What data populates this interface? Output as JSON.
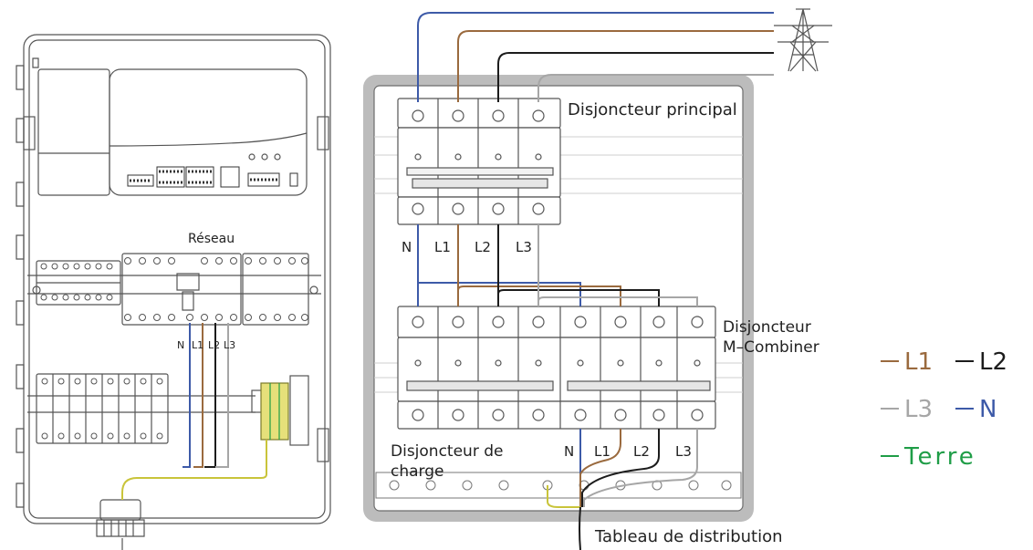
{
  "colors": {
    "n": "#3d5aa8",
    "l1": "#9a6a3e",
    "l2": "#1c1c1c",
    "l3": "#a6a6a6",
    "earth": "#1f9d47",
    "earth_wire": "#c9c43a",
    "line": "#555555"
  },
  "left_panel": {
    "grid_label": "Réseau",
    "terminals": [
      "N",
      "L1",
      "L2",
      "L3"
    ]
  },
  "main_breaker": {
    "label": "Disjoncteur principal",
    "terminals": [
      "N",
      "L1",
      "L2",
      "L3"
    ]
  },
  "combiner_breaker": {
    "label_line1": "Disjoncteur",
    "label_line2": "M–Combiner",
    "terminals": [
      "N",
      "L1",
      "L2",
      "L3"
    ]
  },
  "load_breaker": {
    "label_line1": "Disjoncteur de",
    "label_line2": "charge"
  },
  "distribution_board": {
    "label": "Tableau de distribution"
  },
  "legend": {
    "items": [
      {
        "key": "l1",
        "label": "L1"
      },
      {
        "key": "l2",
        "label": "L2"
      },
      {
        "key": "l3",
        "label": "L3"
      },
      {
        "key": "n",
        "label": "N"
      },
      {
        "key": "earth",
        "label": "Terre"
      }
    ]
  }
}
